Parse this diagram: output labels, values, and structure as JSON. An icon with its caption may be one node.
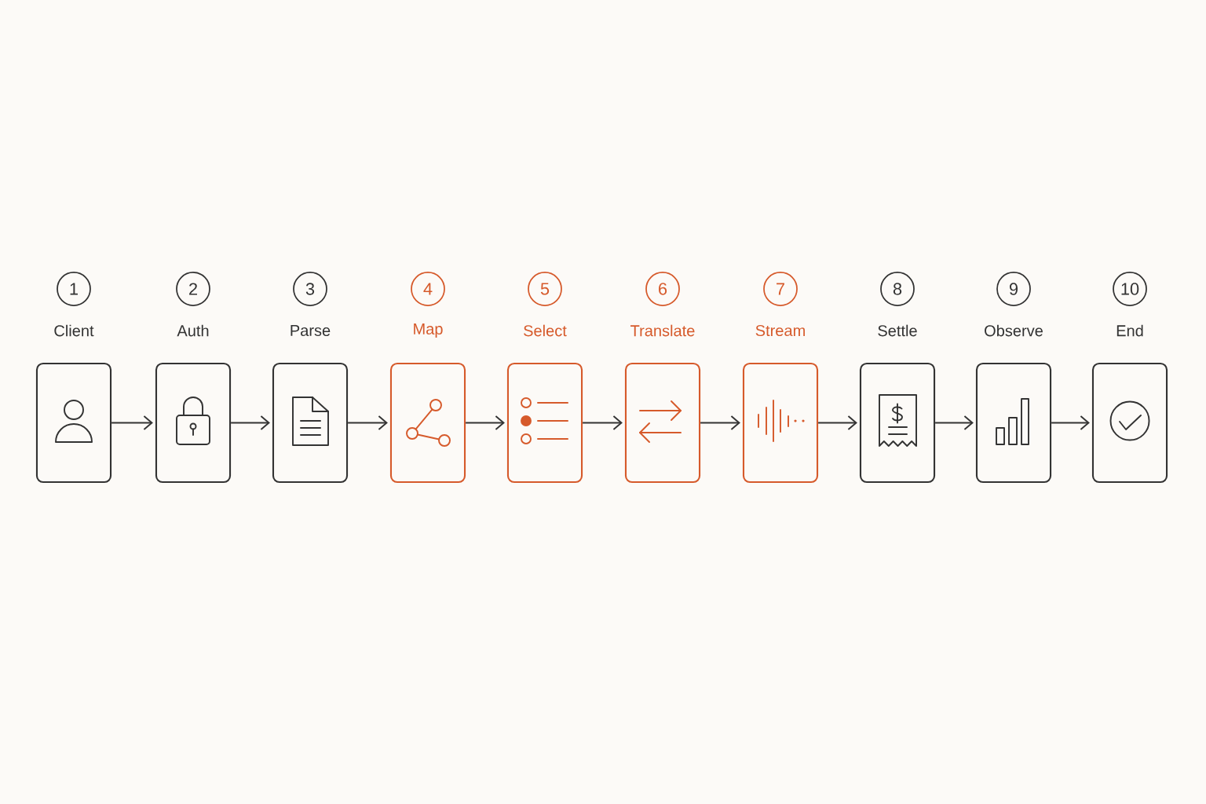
{
  "diagram": {
    "nodes": [
      {
        "text": [
          "1"
        ]
      },
      {
        "text": [
          "Client"
        ]
      },
      {
        "text": [
          "2"
        ]
      },
      {
        "text": [
          "Auth"
        ]
      },
      {
        "text": [
          "3"
        ]
      },
      {
        "text": [
          "Parse"
        ]
      },
      {
        "text": [
          "4"
        ]
      },
      {
        "text": [
          "Map"
        ]
      },
      {
        "text": [
          "5"
        ]
      },
      {
        "text": [
          "Select"
        ]
      },
      {
        "text": [
          "6"
        ]
      },
      {
        "text": [
          "Translate"
        ]
      },
      {
        "text": [
          "7"
        ]
      },
      {
        "text": [
          "Stream"
        ]
      },
      {
        "text": [
          "8"
        ]
      },
      {
        "text": [
          "Settle"
        ]
      },
      {
        "text": [
          "9"
        ]
      },
      {
        "text": [
          "Observe"
        ]
      },
      {
        "text": [
          "10"
        ]
      },
      {
        "text": [
          "End"
        ]
      }
    ],
    "edges": [
      {
        "from": 1,
        "to": 3,
        "arrow": "to"
      },
      {
        "from": 3,
        "to": 5,
        "arrow": "to"
      },
      {
        "from": 5,
        "to": 7,
        "arrow": "to"
      },
      {
        "from": 7,
        "to": 9,
        "arrow": "to"
      },
      {
        "from": 9,
        "to": 11,
        "arrow": "to"
      },
      {
        "from": 11,
        "to": 13,
        "arrow": "to"
      },
      {
        "from": 13,
        "to": 15,
        "arrow": "to"
      },
      {
        "from": 15,
        "to": 17,
        "arrow": "to"
      },
      {
        "from": 17,
        "to": 19,
        "arrow": "to"
      }
    ]
  }
}
